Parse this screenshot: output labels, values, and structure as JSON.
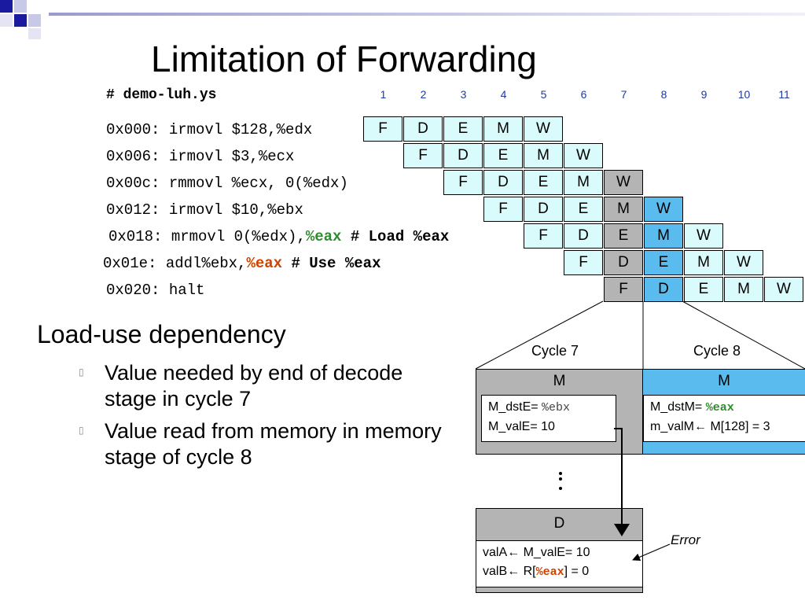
{
  "slide": {
    "title": "Limitation of Forwarding",
    "program_header": "# demo-luh.ys",
    "cycles": [
      "1",
      "2",
      "3",
      "4",
      "5",
      "6",
      "7",
      "8",
      "9",
      "10",
      "11"
    ],
    "instructions": [
      {
        "parts": [
          {
            "t": "0x000: irmovl $128,%edx",
            "s": ""
          }
        ],
        "stages": [
          "F",
          "D",
          "E",
          "M",
          "W"
        ],
        "start": 0
      },
      {
        "parts": [
          {
            "t": "0x006: irmovl $3,%ecx",
            "s": ""
          }
        ],
        "stages": [
          "F",
          "D",
          "E",
          "M",
          "W"
        ],
        "start": 1
      },
      {
        "parts": [
          {
            "t": "0x00c: rmmovl %ecx, 0(%edx)",
            "s": ""
          }
        ],
        "stages": [
          "F",
          "D",
          "E",
          "M",
          "W"
        ],
        "start": 2
      },
      {
        "parts": [
          {
            "t": "0x012: irmovl $10,%ebx",
            "s": ""
          }
        ],
        "stages": [
          "F",
          "D",
          "E",
          "M",
          "W"
        ],
        "start": 3
      },
      {
        "parts": [
          {
            "t": "0x018: mrmovl 0(%edx),",
            "s": ""
          },
          {
            "t": "%eax",
            "s": "green"
          },
          {
            "t": " # Load %eax",
            "s": "bold"
          }
        ],
        "stages": [
          "F",
          "D",
          "E",
          "M",
          "W"
        ],
        "start": 4
      },
      {
        "parts": [
          {
            "t": "0x01e: addl%ebx,",
            "s": ""
          },
          {
            "t": "%eax",
            "s": "red"
          },
          {
            "t": " # Use %eax",
            "s": "bold"
          }
        ],
        "stages": [
          "F",
          "D",
          "E",
          "M",
          "W"
        ],
        "start": 5
      },
      {
        "parts": [
          {
            "t": "0x020: halt",
            "s": ""
          }
        ],
        "stages": [
          "F",
          "D",
          "E",
          "M",
          "W"
        ],
        "start": 6
      }
    ],
    "heading": "Load-use dependency",
    "bullets": [
      "Value needed by end of decode stage in cycle 7",
      "Value read from memory in memory stage of cycle 8"
    ],
    "bullet_glyph": "▯",
    "cycle7": {
      "label": "Cycle 7",
      "stage": "M",
      "line1_label": "M_dstE=",
      "line1_value": "%ebx",
      "line2": "M_valE= 10"
    },
    "cycle8": {
      "label": "Cycle 8",
      "stage": "M",
      "line1_label": "M_dstM=",
      "line1_value": "%eax",
      "line2_label": "m_valM",
      "line2_value": "M[128] = 3"
    },
    "decode": {
      "stage": "D",
      "line1_label": "valA",
      "line1_value": "M_valE= 10",
      "line2_label": "valB",
      "line2_pre": "R[",
      "line2_reg": "%eax",
      "line2_post": "] = 0"
    },
    "error_label": "Error",
    "arrow_glyph": "←",
    "colors": {
      "light": "#d9fbfb",
      "gray": "#b4b4b4",
      "blue": "#59bbee"
    }
  }
}
